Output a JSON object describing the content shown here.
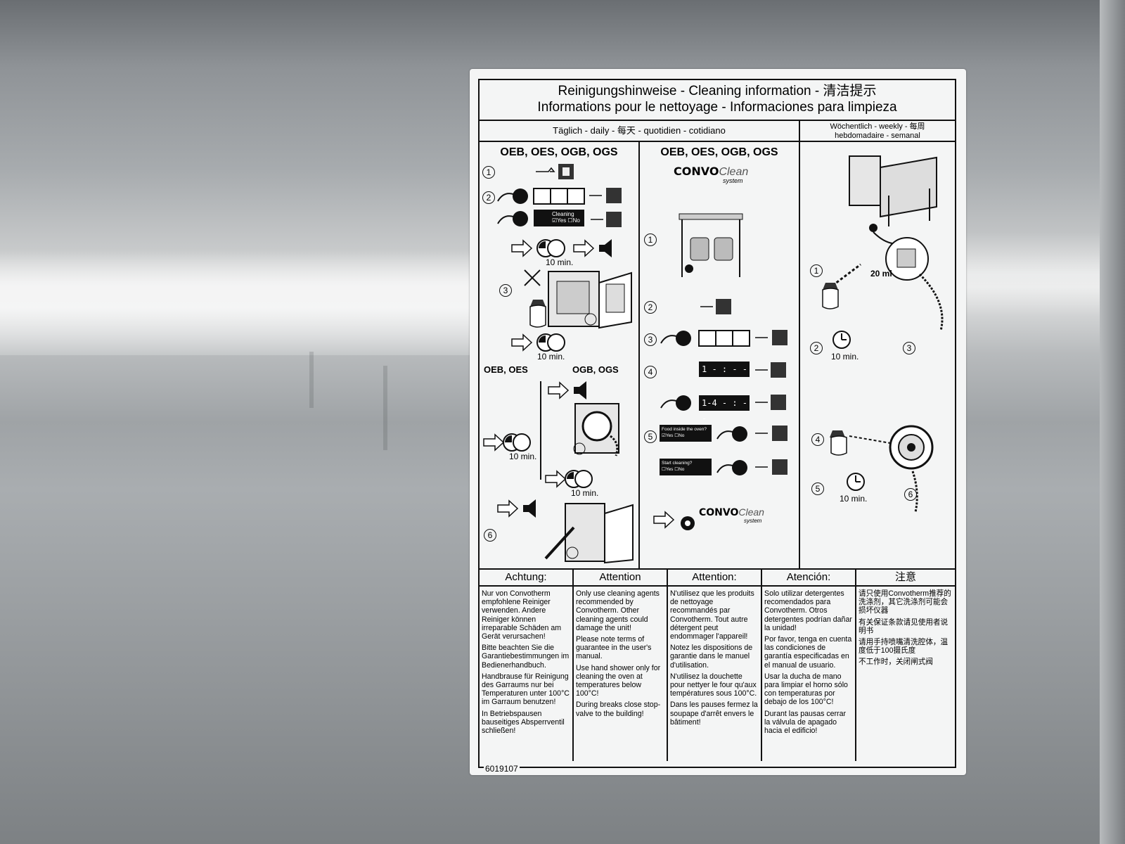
{
  "header": {
    "line1": "Reinigungshinweise - Cleaning information - 清洁提示",
    "line2": "Informations pour le nettoyage - Informaciones para limpieza"
  },
  "daily_label": "Täglich - daily - 每天 - quotidien - cotidiano",
  "weekly_label_1": "Wöchentlich - weekly - 每周",
  "weekly_label_2": "hebdomadaire - semanal",
  "col_a": {
    "title": "OEB, OES, OGB, OGS",
    "cleaning_screen": {
      "title": "Cleaning",
      "yes": "Yes",
      "no": "No"
    },
    "time_1": "10 min.",
    "time_2": "10 min.",
    "sub_left": "OEB, OES",
    "sub_right": "OGB, OGS",
    "time_3": "10 min.",
    "time_4": "10 min."
  },
  "col_b": {
    "title": "OEB, OES, OGB, OGS",
    "logo_main": "CONVO",
    "logo_script": "Clean",
    "logo_sub": "system",
    "display_1": "1 - : - -",
    "display_2": "1-4 - : - -",
    "food_prompt": {
      "title": "Food inside the oven?",
      "yes": "Yes",
      "no": "No"
    },
    "start_prompt": {
      "title": "Start cleaning?",
      "yes": "Yes",
      "no": "No"
    }
  },
  "col_c": {
    "volume": "20 ml",
    "time_1": "10 min.",
    "time_2": "10 min."
  },
  "notes": [
    {
      "heading": "Achtung:",
      "paras": [
        "Nur von Convotherm empfohlene Reiniger verwenden. Andere Reiniger können irreparable Schäden am Gerät verursachen!",
        "Bitte beachten Sie die Garantiebestimmungen im Bedienerhandbuch.",
        "Handbrause für Reinigung des Garraums nur bei Temperaturen unter 100°C im Garraum benutzen!",
        "In Betriebspausen bauseitiges Absperrventil schließen!"
      ]
    },
    {
      "heading": "Attention",
      "paras": [
        "Only use cleaning agents recommended by Convotherm. Other cleaning agents could damage the unit!",
        "Please note terms of guarantee in the user's manual.",
        "Use hand shower only for cleaning the oven at temperatures below 100°C!",
        "During breaks close stop-valve to the building!"
      ]
    },
    {
      "heading": "Attention:",
      "paras": [
        "N'utilisez que les produits de nettoyage recommandés par Convotherm. Tout autre détergent peut endommager l'appareil!",
        "Notez les dispositions de garantie dans le manuel d'utilisation.",
        "N'utilisez la douchette pour nettyer le four qu'aux températures sous 100°C.",
        "Dans les pauses fermez la soupape d'arrêt envers le bâtiment!"
      ]
    },
    {
      "heading": "Atención:",
      "paras": [
        "Solo utilizar detergentes recomendados para Convotherm. Otros detergentes podrían dañar la unidad!",
        "Por favor, tenga en cuenta las condiciones de garantía especificadas en el manual de usuario.",
        "Usar la ducha de mano para limpiar el horno sólo con temperaturas por debajo de los 100°C!",
        "Durant las pausas cerrar la válvula de apagado hacia el edificio!"
      ]
    },
    {
      "heading": "注意",
      "paras": [
        "请只使用Convotherm推荐的洗涤剂，其它洗涤剂可能会损坏仪器",
        "有关保证条款请见使用者说明书",
        "请用手持喷嘴清洗腔体，温度低于100摄氏度",
        "不工作时，关闭闸式阀"
      ]
    }
  ],
  "part_number": "6019107"
}
